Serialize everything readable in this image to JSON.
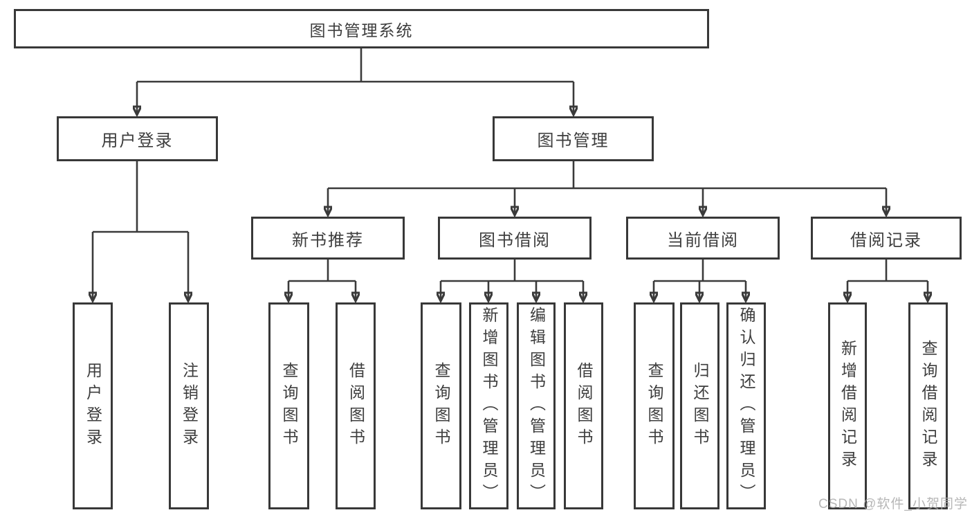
{
  "nodes": {
    "root": "图书管理系统",
    "user_login": "用户登录",
    "book_mgmt": "图书管理",
    "new_book_rec": "新书推荐",
    "book_borrow": "图书借阅",
    "current_borrow": "当前借阅",
    "borrow_record": "借阅记录",
    "ul_login": "用户登录",
    "ul_logout": "注销登录",
    "nb_query": "查询图书",
    "nb_borrow": "借阅图书",
    "bb_query": "查询图书",
    "bb_add": "新增图书（管理员）",
    "bb_edit": "编辑图书（管理员）",
    "bb_borrow": "借阅图书",
    "cb_query": "查询图书",
    "cb_return": "归还图书",
    "cb_confirm": "确认归还（管理员）",
    "br_add": "新增借阅记录",
    "br_query": "查询借阅记录"
  },
  "watermark": "CSDN @软件_小贺同学",
  "colors": {
    "line": "#3a3a3a",
    "text": "#3d3d3d",
    "background": "#ffffff",
    "watermark": "#ababab"
  }
}
